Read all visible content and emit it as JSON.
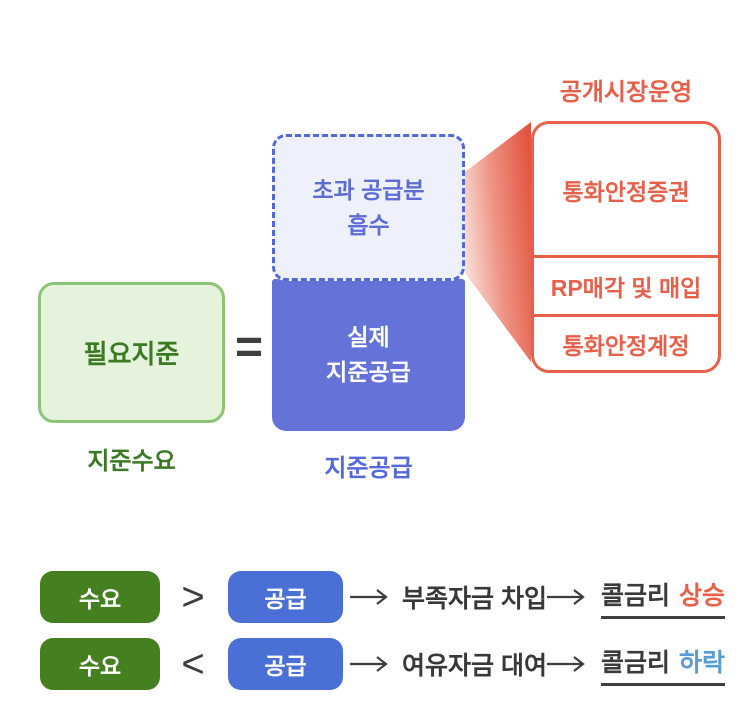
{
  "colors": {
    "red_accent": "#e8604a",
    "green_box_bg": "#e5f2dc",
    "green_box_border": "#8cc476",
    "green_text": "#3a7a24",
    "green_pill": "#44801f",
    "blue_solid_box": "#6573d8",
    "blue_dashed_border": "#5468d8",
    "blue_dashed_bg": "#eef1fc",
    "blue_caption": "#5569dd",
    "blue_pill": "#4a70d6",
    "sky_blue_down": "#599ad8",
    "dark_text": "#3a3a3a",
    "underline": "#3f3f3f"
  },
  "icons": {
    "arrow_right": "long-right-arrow",
    "funnel": "red-gradient-funnel-connector"
  },
  "diagram": {
    "reserve_demand": {
      "box_label": "필요지준",
      "caption": "지준수요"
    },
    "equals": "=",
    "reserve_supply": {
      "dashed_line1": "초과 공급분",
      "dashed_line2": "흡수",
      "solid_line1": "실제",
      "solid_line2": "지준공급",
      "caption": "지준공급"
    },
    "open_market": {
      "title": "공개시장운영",
      "items": [
        "통화안정증권",
        "RP매각 및 매입",
        "통화안정계정"
      ]
    }
  },
  "rules": [
    {
      "left": "수요",
      "op": ">",
      "right": "공급",
      "action": "부족자금 차입",
      "result_prefix": "콜금리",
      "result_word": "상승"
    },
    {
      "left": "수요",
      "op": "<",
      "right": "공급",
      "action": "여유자금 대여",
      "result_prefix": "콜금리",
      "result_word": "하락"
    }
  ]
}
